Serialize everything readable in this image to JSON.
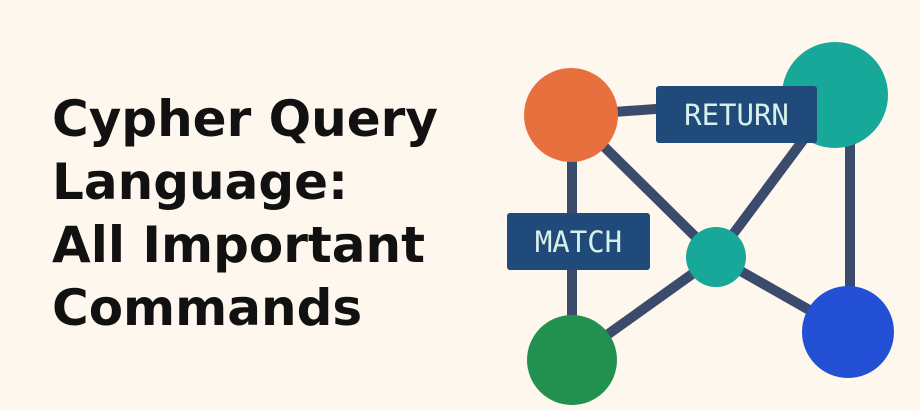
{
  "title": {
    "lines": [
      "Cypher Query",
      "Language:",
      "All Important",
      "Commands"
    ]
  },
  "diagram": {
    "labels": {
      "return": "RETURN",
      "match": "MATCH"
    },
    "colors": {
      "background": "#fdf7ee",
      "edge": "#3a4b6b",
      "label_box": "#1f4a7a",
      "label_text": "#d6f0ea",
      "node_orange": "#e8703e",
      "node_teal": "#18a89a",
      "node_green": "#22914f",
      "node_blue": "#2450d6"
    }
  }
}
